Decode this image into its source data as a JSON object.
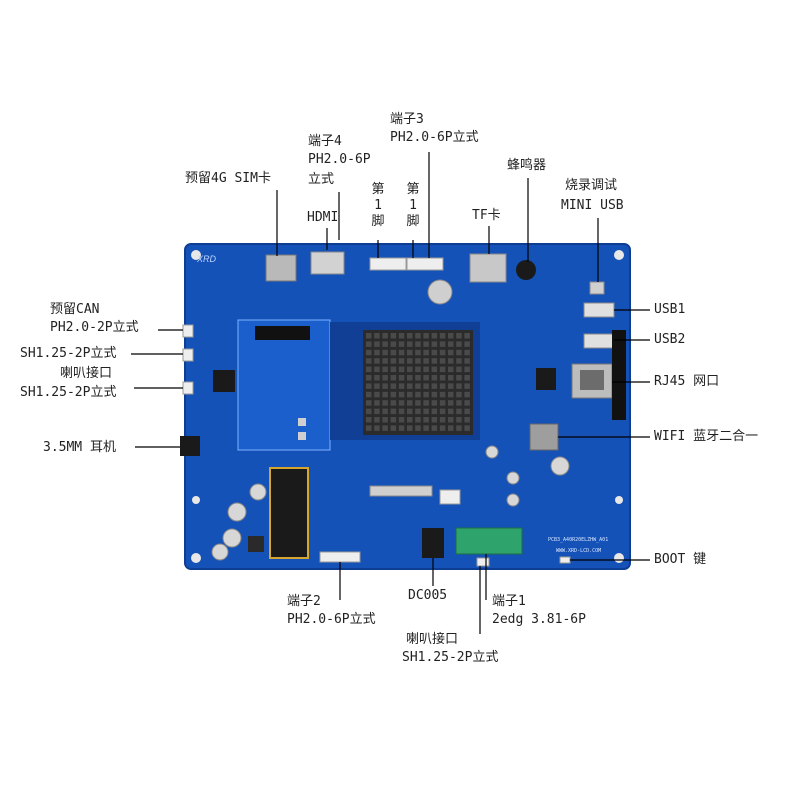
{
  "labels": {
    "sim": "预留4G SIM卡",
    "hdmi": "HDMI",
    "t4_title": "端子4",
    "t4_spec": "PH2.0-6P",
    "t4_mount": "立式",
    "t4_pin": "第1脚",
    "t3_title": "端子3",
    "t3_spec": "PH2.0-6P立式",
    "t3_pin": "第1脚",
    "tf": "TF卡",
    "buzzer": "蜂鸣器",
    "burn_title": "烧录调试",
    "burn_spec": "MINI USB",
    "can_title": "预留CAN",
    "can_spec": "PH2.0-2P立式",
    "sh1": "SH1.25-2P立式",
    "spk_left_title": "喇叭接口",
    "spk_left_spec": "SH1.25-2P立式",
    "jack": "3.5MM 耳机",
    "usb1": "USB1",
    "usb2": "USB2",
    "rj45": "RJ45 网口",
    "wifi": "WIFI 蓝牙二合一",
    "boot": "BOOT 键",
    "t2_title": "端子2",
    "t2_spec": "PH2.0-6P立式",
    "dc": "DC005",
    "t1_title": "端子1",
    "t1_spec": "2edg 3.81-6P",
    "spk_bottom_title": "喇叭接口",
    "spk_bottom_spec": "SH1.25-2P立式"
  },
  "board": {
    "logo": "XRD",
    "pcb_text": "PCB3_A40R20ELZHW_A01",
    "url": "WWW.XRD-LCD.COM"
  },
  "colors": {
    "board": "#1552b8",
    "board_dark": "#0e3e94",
    "heatsink": "#2b2b2b",
    "line": "#000000",
    "terminal": "#2ea36b"
  }
}
